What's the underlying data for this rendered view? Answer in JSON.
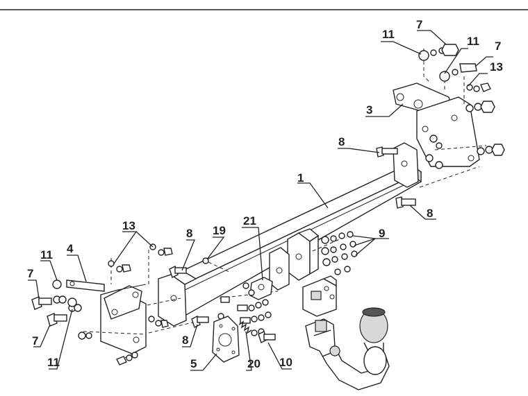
{
  "diagram": {
    "part_labels": {
      "p1": "1",
      "p3": "3",
      "p4": "4",
      "p5": "5",
      "p7a": "7",
      "p7b": "7",
      "p7c": "7",
      "p7d": "7",
      "p8a": "8",
      "p8b": "8",
      "p8c": "8",
      "p8d": "8",
      "p9": "9",
      "p10": "10",
      "p11a": "11",
      "p11b": "11",
      "p11c": "11",
      "p11d": "11",
      "p13a": "13",
      "p13b": "13",
      "p19": "19",
      "p20": "20",
      "p21": "21"
    }
  }
}
